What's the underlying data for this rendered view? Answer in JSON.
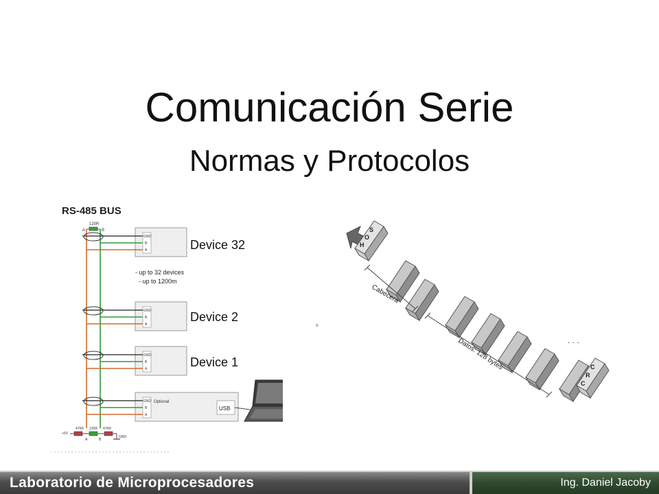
{
  "slide": {
    "title": "Comunicación Serie",
    "subtitle": "Normas y Protocolos"
  },
  "rs485": {
    "heading": "RS-485 BUS",
    "resistor_top": "120R",
    "wire_a": "A",
    "wire_b": "B",
    "devices": [
      {
        "name": "Device 32"
      },
      {
        "name": "Device 2"
      },
      {
        "name": "Device 1"
      }
    ],
    "pins": {
      "gnd": "GND",
      "b": "B",
      "a": "A"
    },
    "notes": [
      "- up to 32 devices",
      "- up to 1200m"
    ],
    "optional_label": "Optional",
    "usb_label": "USB",
    "bias": {
      "supply": "+5V",
      "r1": "470R",
      "r2": "120R",
      "r3": "470R",
      "gnd": "GND",
      "a": "A",
      "b": "B"
    }
  },
  "packet": {
    "header_label": "Cabecera",
    "data_label": "Datos: 128 bytes",
    "soh_letters": [
      "S",
      "O",
      "H"
    ],
    "crc_letters": [
      "C",
      "R",
      "C"
    ],
    "ellipsis": ". . .",
    "stray_mark": "s"
  },
  "footer": {
    "lab": "Laboratorio de Microprocesadores",
    "author": "Ing. Daniel Jacoby"
  },
  "colors": {
    "wire_green": "#2e9a3a",
    "wire_orange": "#d06a2a",
    "footer_left": "#4d4d4d",
    "footer_right": "#2f4a2f"
  }
}
